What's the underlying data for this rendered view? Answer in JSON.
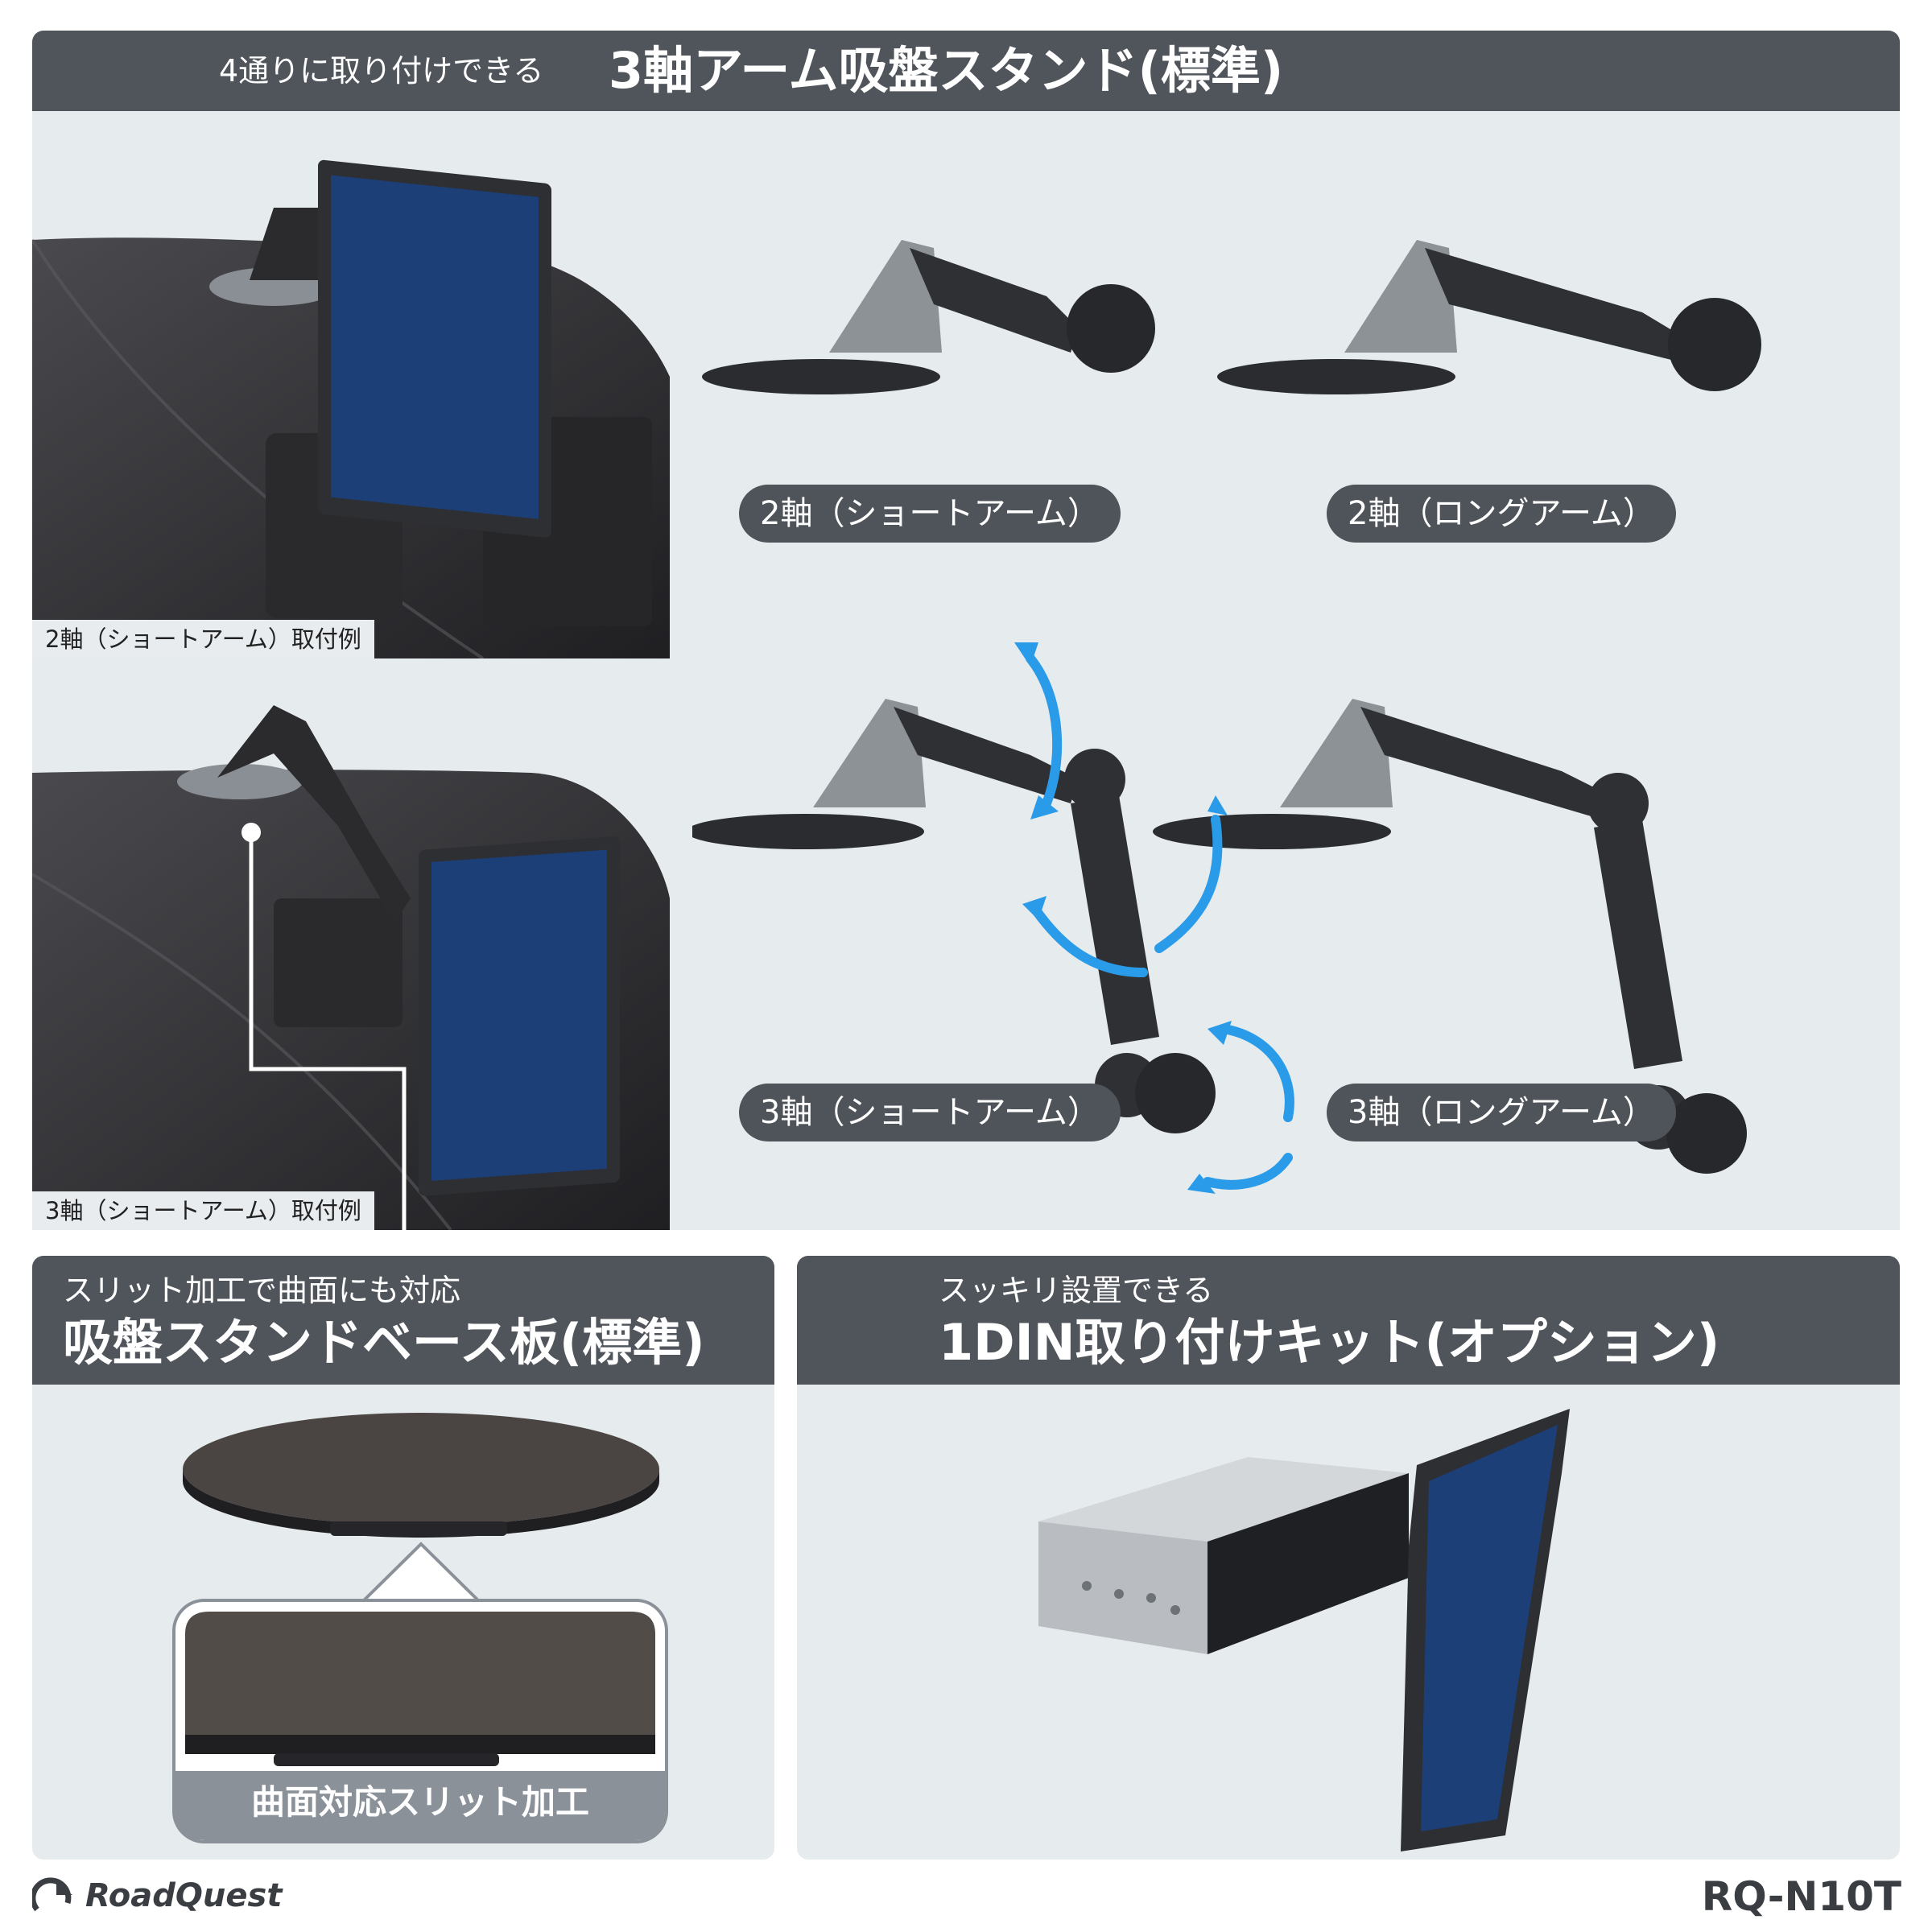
{
  "top": {
    "subtitle": "4通りに取り付けできる",
    "title": "3軸アーム吸盤スタンド(標準)"
  },
  "photos": {
    "example_2axis": "2軸（ショートアーム）取付例",
    "example_3axis": "3軸（ショートアーム）取付例"
  },
  "variants": {
    "two_short": "2軸（ショートアーム）",
    "two_long": "2軸（ロングアーム）",
    "three_short": "3軸（ショートアーム）",
    "three_long": "3軸（ロングアーム）"
  },
  "base_plate": {
    "subtitle": "スリット加工で曲面にも対応",
    "title": "吸盤スタンドベース板(標準)",
    "detail_label": "曲面対応スリット加工"
  },
  "din_kit": {
    "subtitle": "スッキリ設置できる",
    "title": "1DIN取り付けキット(オプション)"
  },
  "footer": {
    "brand": "RoadQuest",
    "model": "RQ-N10T"
  },
  "colors": {
    "header_bg": "#50555c",
    "panel_bg": "#e6ebee",
    "accent_arrow": "#2a9be8",
    "screen_blue": "#1d3f78"
  }
}
